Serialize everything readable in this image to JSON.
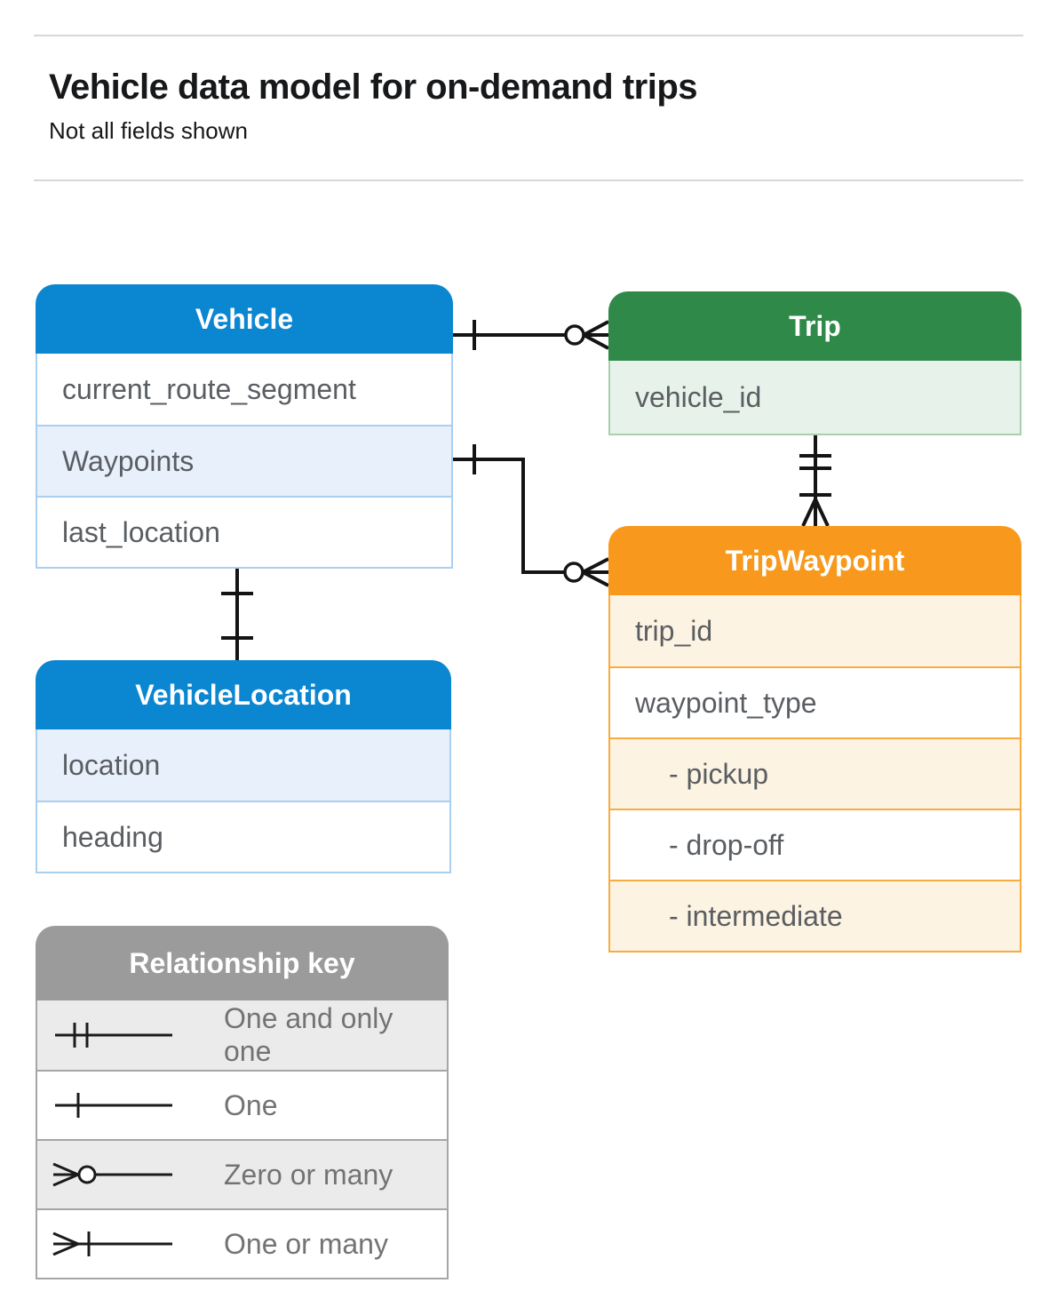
{
  "page": {
    "title": "Vehicle data model for on-demand trips",
    "subtitle": "Not all fields shown"
  },
  "tables": {
    "vehicle": {
      "title": "Vehicle",
      "rows": [
        "current_route_segment",
        "Waypoints",
        "last_location"
      ]
    },
    "trip": {
      "title": "Trip",
      "rows": [
        "vehicle_id"
      ]
    },
    "trip_waypoint": {
      "title": "TripWaypoint",
      "rows": [
        "trip_id",
        "waypoint_type",
        "- pickup",
        "- drop-off",
        "- intermediate"
      ]
    },
    "vehicle_location": {
      "title": "VehicleLocation",
      "rows": [
        "location",
        "heading"
      ]
    }
  },
  "legend": {
    "title": "Relationship key",
    "items": [
      {
        "icon": "one-and-only-one-icon",
        "label": "One and only one"
      },
      {
        "icon": "one-icon",
        "label": "One"
      },
      {
        "icon": "zero-or-many-icon",
        "label": "Zero or many"
      },
      {
        "icon": "one-or-many-icon",
        "label": "One or many"
      }
    ]
  },
  "relationships": [
    {
      "from": "Vehicle",
      "to": "Trip",
      "from_cardinality": "one",
      "to_cardinality": "zero-or-many"
    },
    {
      "from": "Vehicle.Waypoints",
      "to": "TripWaypoint",
      "from_cardinality": "one",
      "to_cardinality": "zero-or-many"
    },
    {
      "from": "Trip",
      "to": "TripWaypoint",
      "from_cardinality": "one-and-only-one",
      "to_cardinality": "one-or-many"
    },
    {
      "from": "Vehicle",
      "to": "VehicleLocation",
      "from_cardinality": "one",
      "to_cardinality": "one"
    }
  ],
  "colors": {
    "blue_header": "#0b86d1",
    "blue_row": "#e8f0fc",
    "blue_border": "#a9cff1",
    "green_header": "#2f8a49",
    "green_row": "#e7f2ea",
    "green_border": "#a8d0b0",
    "orange_header": "#f8991d",
    "orange_row": "#fdf3e3",
    "orange_border": "#f9ab40",
    "gray_header": "#9b9b9b",
    "gray_row": "#ebebeb",
    "gray_border": "#a6a6a6",
    "connector": "#141414",
    "field_text": "#5a5e62",
    "legend_text": "#737373"
  }
}
